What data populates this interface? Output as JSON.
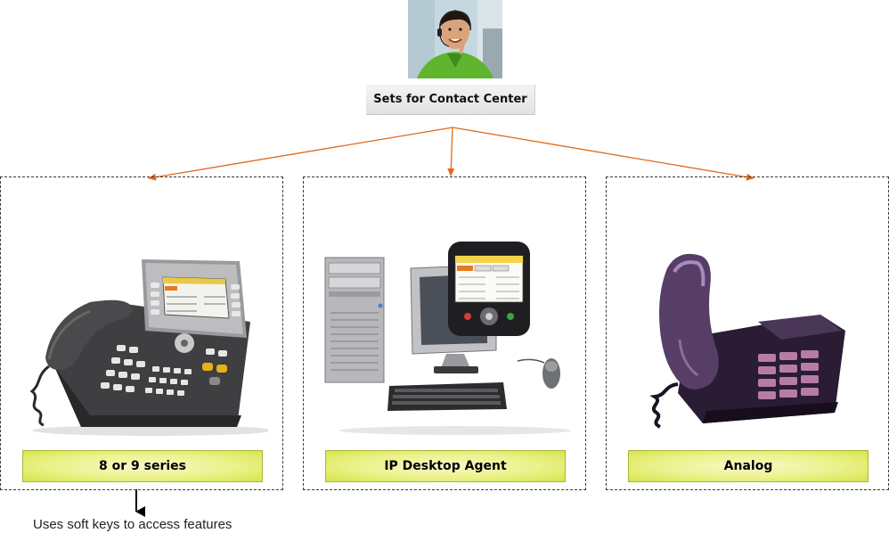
{
  "root": {
    "label": "Sets for Contact Center",
    "photo": "agent-with-headset-photo"
  },
  "branches": [
    {
      "label": "8 or 9 series",
      "image": "desk-ip-phone-icon"
    },
    {
      "label": "IP Desktop Agent",
      "image": "desktop-computer-with-softphone-icon"
    },
    {
      "label": "Analog",
      "image": "analog-phone-icon"
    }
  ],
  "note": {
    "text": "Uses soft keys to access features"
  },
  "colors": {
    "connector": "#e06a1b",
    "label_fill": "#eaf28a",
    "label_border": "#a9b63a",
    "panel_border": "#3a3a3a"
  }
}
